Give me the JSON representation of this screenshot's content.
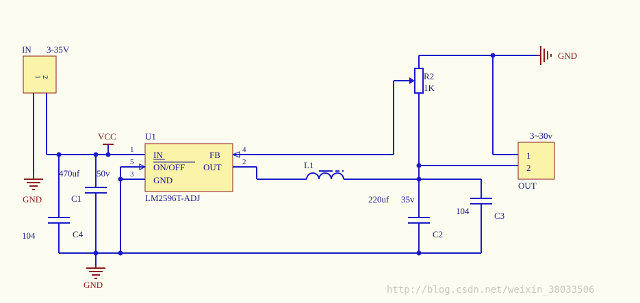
{
  "in_connector": {
    "ref": "IN",
    "value": "3-35V",
    "pin1": "1",
    "pin2": "2"
  },
  "out_connector": {
    "ref": "OUT",
    "value": "3~30v",
    "pin1": "1",
    "pin2": "2"
  },
  "u1": {
    "ref": "U1",
    "part": "LM2596T-ADJ",
    "pin_in": "IN",
    "pin_onoff": "ON/OFF",
    "pin_gnd": "GND",
    "pin_fb": "FB",
    "pin_out": "OUT",
    "num1": "1",
    "num5": "5",
    "num3": "3",
    "num4": "4",
    "num2": "2"
  },
  "vcc": "VCC",
  "gnd_left": "GND",
  "gnd_bottom": "GND",
  "gnd_top": "GND",
  "c1": {
    "ref": "C1",
    "value": "470uf",
    "voltage": "50v"
  },
  "c4": {
    "ref": "C4",
    "value": "104"
  },
  "c2": {
    "ref": "C2",
    "value": "220uf",
    "voltage": "35v"
  },
  "c3": {
    "ref": "C3",
    "value": "104"
  },
  "l1": {
    "ref": "L1"
  },
  "r2": {
    "ref": "R2",
    "value": "1K"
  },
  "watermark": "http://blog.csdn.net/weixin_38033506"
}
